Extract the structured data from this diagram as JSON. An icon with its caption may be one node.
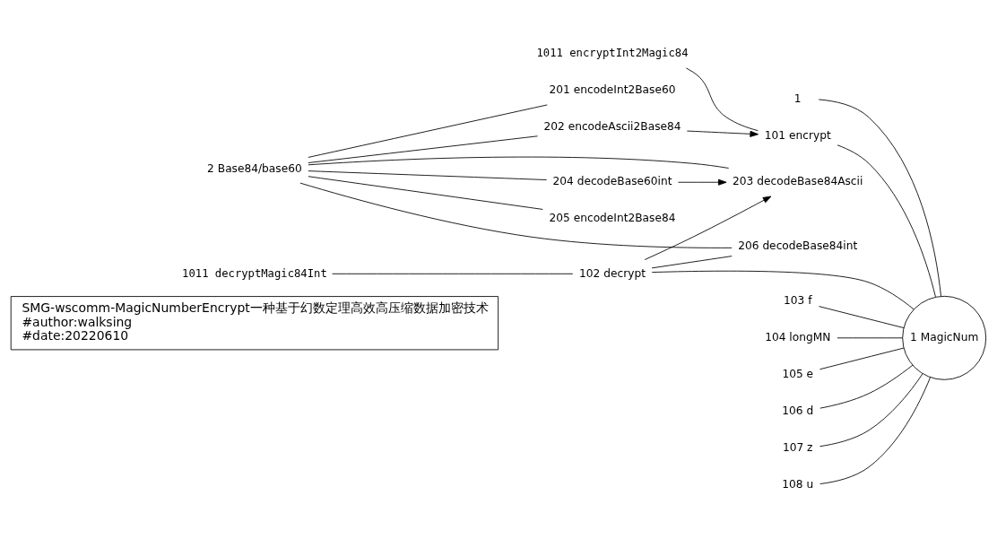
{
  "diagram": {
    "nodes": [
      {
        "text": [
          "SMG-wscomm-MagicNumberEncrypt一种基于幻数定理高效高压缩数据加密技术",
          "#author:walksing",
          "#date:20220610"
        ]
      },
      {
        "text": [
          "1"
        ]
      },
      {
        "text": [
          "1 MagicNum"
        ]
      },
      {
        "text": [
          "101 encrypt"
        ]
      },
      {
        "text": [
          "102 decrypt"
        ]
      },
      {
        "text": [
          "103 f"
        ]
      },
      {
        "text": [
          "104 longMN"
        ]
      },
      {
        "text": [
          "105 e"
        ]
      },
      {
        "text": [
          "106 d"
        ]
      },
      {
        "text": [
          "107 z"
        ]
      },
      {
        "text": [
          "108 u"
        ]
      },
      {
        "text": [
          "1011 encryptInt2Magic84"
        ]
      },
      {
        "text": [
          "1011 decryptMagic84Int"
        ]
      },
      {
        "text": [
          "2 Base84/base60"
        ]
      },
      {
        "text": [
          "201 encodeInt2Base60"
        ]
      },
      {
        "text": [
          "202 encodeAscii2Base84"
        ]
      },
      {
        "text": [
          "203 decodeBase84Ascii"
        ]
      },
      {
        "text": [
          "204 decodeBase60int"
        ]
      },
      {
        "text": [
          "205 encodeInt2Base84"
        ]
      },
      {
        "text": [
          "206 decodeBase84int"
        ]
      }
    ],
    "edges": [
      {
        "from": 1,
        "to": 2,
        "arrow": "none"
      },
      {
        "from": 10,
        "to": 2,
        "arrow": "none"
      },
      {
        "from": 9,
        "to": 2,
        "arrow": "none"
      },
      {
        "from": 8,
        "to": 2,
        "arrow": "none"
      },
      {
        "from": 7,
        "to": 2,
        "arrow": "none"
      },
      {
        "from": 6,
        "to": 2,
        "arrow": "none"
      },
      {
        "from": 5,
        "to": 2,
        "arrow": "none"
      },
      {
        "from": 3,
        "to": 2,
        "arrow": "none"
      },
      {
        "from": 4,
        "to": 2,
        "arrow": "none"
      },
      {
        "from": 11,
        "to": 3,
        "arrow": "none"
      },
      {
        "from": 12,
        "to": 4,
        "arrow": "none"
      },
      {
        "from": 15,
        "to": 3,
        "arrow": "to"
      },
      {
        "from": 4,
        "to": 16,
        "arrow": "to"
      },
      {
        "from": 17,
        "to": 16,
        "arrow": "to"
      },
      {
        "from": 4,
        "to": 19,
        "arrow": "none"
      },
      {
        "from": 13,
        "to": 14,
        "arrow": "none"
      },
      {
        "from": 13,
        "to": 15,
        "arrow": "none"
      },
      {
        "from": 13,
        "to": 16,
        "arrow": "none"
      },
      {
        "from": 13,
        "to": 17,
        "arrow": "none"
      },
      {
        "from": 13,
        "to": 18,
        "arrow": "none"
      },
      {
        "from": 13,
        "to": 19,
        "arrow": "none"
      }
    ]
  }
}
